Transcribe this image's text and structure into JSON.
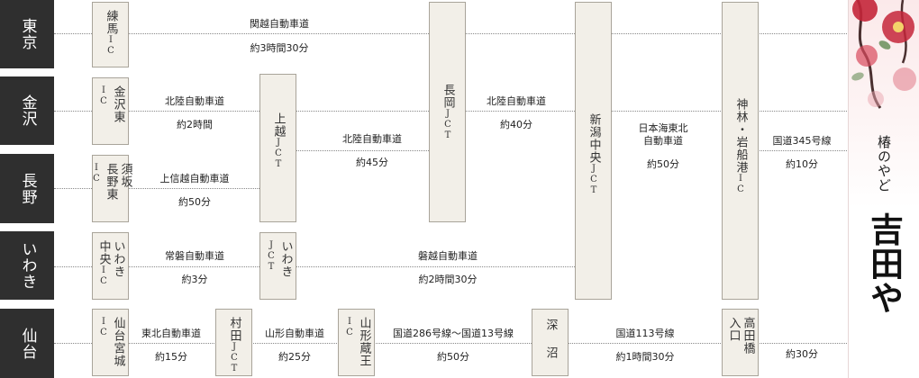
{
  "cities": [
    "東京",
    "金沢",
    "長野",
    "いわき",
    "仙台"
  ],
  "interchanges": {
    "nerima": "練馬",
    "kanazawa_higashi": "金沢東",
    "suzaka_nagano_higashi_1": "須坂",
    "suzaka_nagano_higashi_2": "長野東",
    "iwaki_chuo_1": "いわき",
    "iwaki_chuo_2": "中央",
    "sendai_miyagi": "仙台宮城",
    "kanbayashi_iwafune": "神林・岩船港",
    "ic_tag": "IC"
  },
  "junctions": {
    "joetsu": "上越",
    "iwaki": "いわき",
    "nagaoka": "長岡",
    "niigata_chuo": "新潟中央",
    "murata": "村田",
    "jct_tag": "JCT"
  },
  "places": {
    "yamagata_zao": "山形蔵王",
    "fukaura": "深沼",
    "takadabashi": "高田橋",
    "iriguchi": "入口"
  },
  "routes": {
    "tokyo_nagaoka": {
      "name": "関越自動車道",
      "time": "約3時間30分"
    },
    "kanazawa_joetsu": {
      "name": "北陸自動車道",
      "time": "約2時間"
    },
    "joetsu_nagaoka": {
      "name": "北陸自動車道",
      "time": "約45分"
    },
    "nagaoka_niigata": {
      "name": "北陸自動車道",
      "time": "約40分"
    },
    "niigata_kanbayashi": {
      "name": "日本海東北\n自動車道",
      "time": "約50分"
    },
    "kanbayashi_hotel": {
      "name": "国道345号線",
      "time": "約10分"
    },
    "nagano_joetsu": {
      "name": "上信越自動車道",
      "time": "約50分"
    },
    "iwaki_iwakijct": {
      "name": "常磐自動車道",
      "time": "約3分"
    },
    "iwakijct_niigata": {
      "name": "磐越自動車道",
      "time": "約2時間30分"
    },
    "sendai_murata": {
      "name": "東北自動車道",
      "time": "約15分"
    },
    "murata_yamagata": {
      "name": "山形自動車道",
      "time": "約25分"
    },
    "yamagata_fukaura": {
      "name": "国道286号線～国道13号線",
      "time": "約50分"
    },
    "fukaura_takadabashi": {
      "name": "国道113号線",
      "time": "約1時間30分"
    },
    "takadabashi_hotel": {
      "time": "約30分"
    }
  },
  "banner": {
    "sub": "椿のやど",
    "main": "吉田や"
  },
  "colors": {
    "city_bg": "#2f2f2f",
    "box_bg": "#f2efe8",
    "box_border": "#a9a49a",
    "flower": "#c4263a"
  }
}
